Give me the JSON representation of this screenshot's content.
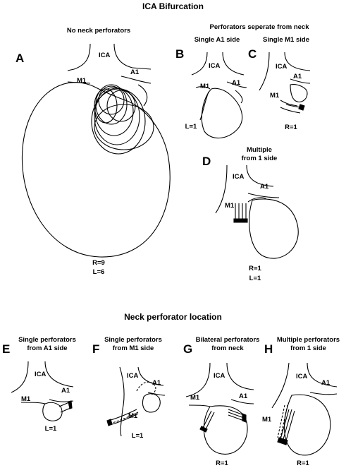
{
  "titles": {
    "top": "ICA Bifurcation",
    "bottom": "Neck perforator location"
  },
  "panels": {
    "A": {
      "letter": "A",
      "header": "No neck perforators",
      "labels": {
        "ica": "ICA",
        "a1": "A1",
        "m1": "M1"
      },
      "counts": [
        "R=9",
        "L=6"
      ]
    },
    "group_bc_header": "Perforators seperate from neck",
    "B": {
      "letter": "B",
      "header": "Single A1 side",
      "labels": {
        "ica": "ICA",
        "a1": "A1",
        "m1": "M1"
      },
      "counts": [
        "L=1"
      ]
    },
    "C": {
      "letter": "C",
      "header": "Single  M1 side",
      "labels": {
        "ica": "ICA",
        "a1": "A1",
        "m1": "M1"
      },
      "counts": [
        "R=1"
      ]
    },
    "D": {
      "letter": "D",
      "header": [
        "Multiple",
        "from 1 side"
      ],
      "labels": {
        "ica": "ICA",
        "a1": "A1",
        "m1": "M1"
      },
      "counts": [
        "R=1",
        "L=1"
      ]
    },
    "E": {
      "letter": "E",
      "header": [
        "Single perforators",
        "from A1 side"
      ],
      "labels": {
        "ica": "ICA",
        "a1": "A1",
        "m1": "M1"
      },
      "counts": [
        "L=1"
      ]
    },
    "F": {
      "letter": "F",
      "header": [
        "Single perforators",
        "from M1 side"
      ],
      "labels": {
        "ica": "ICA",
        "a1": "A1",
        "m1": "M1"
      },
      "counts": [
        "L=1"
      ]
    },
    "G": {
      "letter": "G",
      "header": [
        "Bilateral perforators",
        "from neck"
      ],
      "labels": {
        "ica": "ICA",
        "a1": "A1",
        "m1": "M1"
      },
      "counts": [
        "R=1"
      ]
    },
    "H": {
      "letter": "H",
      "header": [
        "Multiple perforators",
        "from 1 side"
      ],
      "labels": {
        "ica": "ICA",
        "a1": "A1",
        "m1": "M1"
      },
      "counts": [
        "R=1"
      ]
    }
  }
}
